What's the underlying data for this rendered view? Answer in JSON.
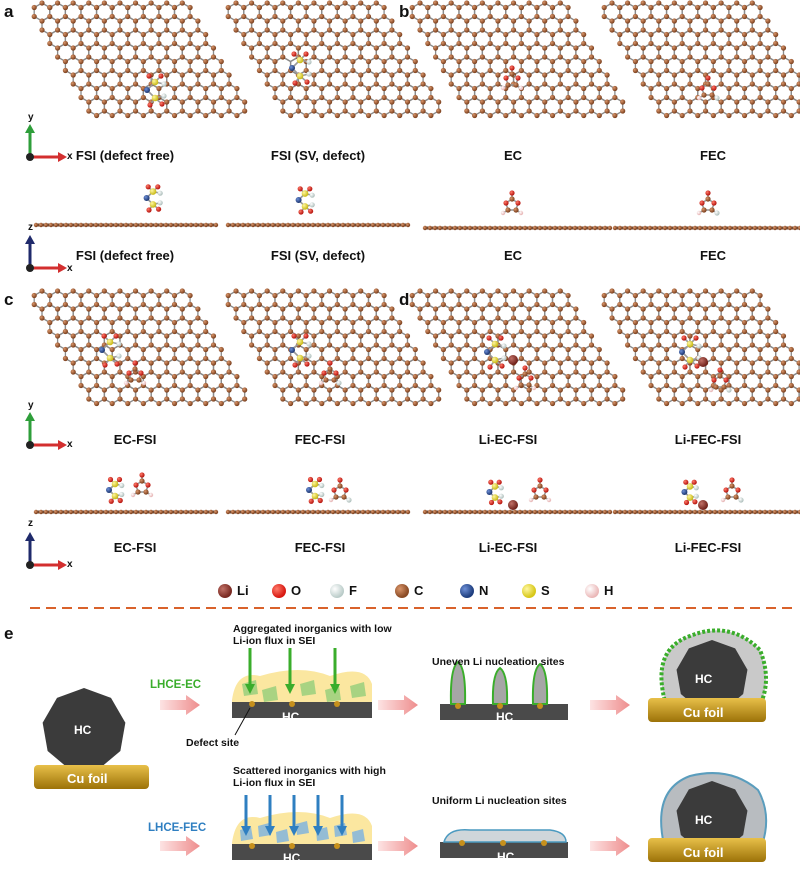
{
  "panels": {
    "a": "a",
    "b": "b",
    "c": "c",
    "d": "d",
    "e": "e"
  },
  "captions": {
    "a_top_1": "FSI (defect free)",
    "a_top_2": "FSI (SV, defect)",
    "a_side_1": "FSI (defect free)",
    "a_side_2": "FSI (SV, defect)",
    "b_top_1": "EC",
    "b_top_2": "FEC",
    "b_side_1": "EC",
    "b_side_2": "FEC",
    "c_top_1": "EC-FSI",
    "c_top_2": "FEC-FSI",
    "c_side_1": "EC-FSI",
    "c_side_2": "FEC-FSI",
    "d_top_1": "Li-EC-FSI",
    "d_top_2": "Li-FEC-FSI",
    "d_side_1": "Li-EC-FSI",
    "d_side_2": "Li-FEC-FSI"
  },
  "axes": {
    "x": "x",
    "y": "y",
    "z": "z"
  },
  "legend": [
    {
      "label": "Li",
      "color": "#7a2a22"
    },
    {
      "label": "O",
      "color": "#d81a12"
    },
    {
      "label": "F",
      "color": "#c9d9d6"
    },
    {
      "label": "C",
      "color": "#9a5b35"
    },
    {
      "label": "N",
      "color": "#2f4f8f"
    },
    {
      "label": "S",
      "color": "#e4d83a"
    },
    {
      "label": "H",
      "color": "#f2c8c8"
    }
  ],
  "schematic": {
    "hc": "HC",
    "cu_foil": "Cu foil",
    "defect_site": "Defect site",
    "lhce_ec": "LHCE-EC",
    "lhce_fec": "LHCE-FEC",
    "aggregated_note": "Aggregated inorganics with low Li-ion flux in SEI",
    "scattered_note": "Scattered inorganics with high Li-ion flux in SEI",
    "uneven_note": "Uneven Li nucleation sites",
    "uniform_note": "Uniform Li nucleation sites"
  },
  "colors": {
    "carbon": "#9a5b35",
    "bond": "#8a8a8a",
    "hc_gray": "#3e3e3e",
    "cu": "#c99a12",
    "ec_green": "#3aad2b",
    "fec_blue": "#2f7fc1",
    "dash": "#d9622b",
    "arrow_pink": "#f1a3a3",
    "electrolyte": "#fbe7a0"
  }
}
